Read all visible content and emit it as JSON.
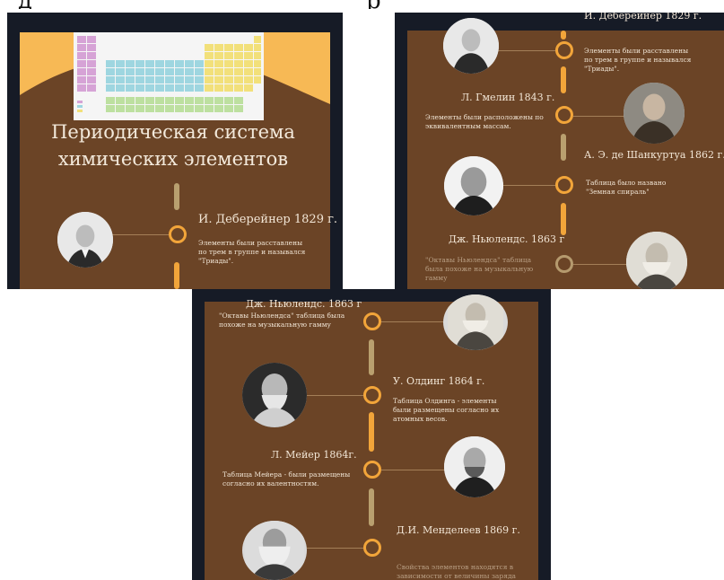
{
  "header_fragment": {
    "left": "д",
    "right": "р"
  },
  "panel1": {
    "title_line1": "Периодическая система",
    "title_line2": "химических элементов",
    "entry": {
      "name": "И. Деберейнер 1829 г.",
      "desc": "Элементы были расставлены по трем в группе и назывался \"Триады\"."
    }
  },
  "panel2": {
    "entries": [
      {
        "name": "И. Деберейнер 1829 г.",
        "desc": "Элементы были расставлены по трем в группе и назывался \"Триады\"."
      },
      {
        "name": "Л. Гмелин 1843 г.",
        "desc": "Элементы были расположены по эквивалентным массам."
      },
      {
        "name": "А. Э. де Шанкуртуа 1862 г.",
        "desc": "Таблица было названо \"Земная спираль\""
      },
      {
        "name": "Дж. Ньюлендс. 1863 г",
        "desc": "\"Октавы Ньюлендса\" таблица была похоже на музыкальную гамму"
      }
    ]
  },
  "panel3": {
    "entries": [
      {
        "name": "Дж. Ньюлендс. 1863 г",
        "desc": "\"Октавы Ньюлендса\" таблица была похоже на музыкальную гамму"
      },
      {
        "name": "У. Олдинг 1864 г.",
        "desc": "Таблица Олдинга - элементы были размещены согласно их атомных весов."
      },
      {
        "name": "Л. Мейер 1864г.",
        "desc": "Таблица Мейера - были размещены согласно их валентностям."
      },
      {
        "name": "Д.И. Менделеев 1869 г.",
        "desc": "Свойства элементов находятся в зависимости от величины заряда"
      }
    ]
  },
  "colors": {
    "background": "#6b4426",
    "accent": "#f2a53a",
    "frame": "#161b26",
    "blob": "#f7b955"
  }
}
